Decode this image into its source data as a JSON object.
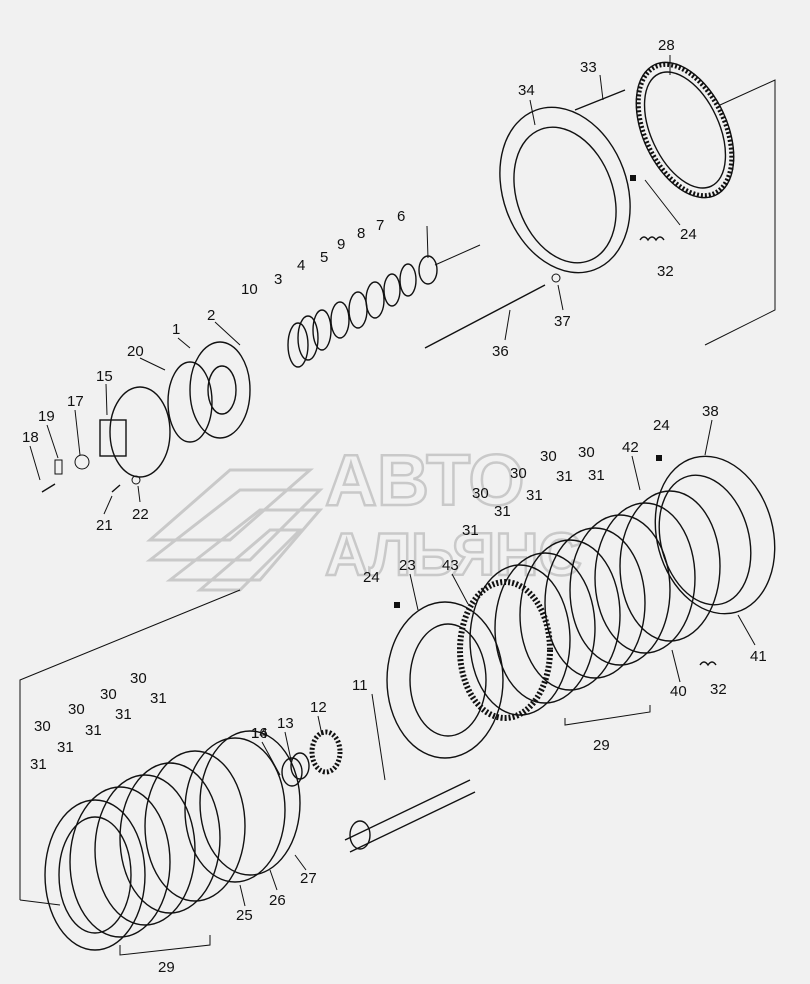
{
  "diagram": {
    "watermark": {
      "line1": "АВТО",
      "line2": "АЛЬЯНС",
      "logo_icon": "avtoalyans-chevron-logo"
    },
    "callouts": [
      {
        "id": "c1",
        "text": "1"
      },
      {
        "id": "c2",
        "text": "2"
      },
      {
        "id": "c3",
        "text": "3"
      },
      {
        "id": "c4",
        "text": "4"
      },
      {
        "id": "c5",
        "text": "5"
      },
      {
        "id": "c6",
        "text": "6"
      },
      {
        "id": "c7",
        "text": "7"
      },
      {
        "id": "c8",
        "text": "8"
      },
      {
        "id": "c9",
        "text": "9"
      },
      {
        "id": "c10",
        "text": "10"
      },
      {
        "id": "c11",
        "text": "11"
      },
      {
        "id": "c12",
        "text": "12"
      },
      {
        "id": "c13",
        "text": "13"
      },
      {
        "id": "c14",
        "text": "14"
      },
      {
        "id": "c15",
        "text": "15"
      },
      {
        "id": "c16",
        "text": "16"
      },
      {
        "id": "c17",
        "text": "17"
      },
      {
        "id": "c18",
        "text": "18"
      },
      {
        "id": "c19",
        "text": "19"
      },
      {
        "id": "c20",
        "text": "20"
      },
      {
        "id": "c21",
        "text": "21"
      },
      {
        "id": "c22",
        "text": "22"
      },
      {
        "id": "c23",
        "text": "23"
      },
      {
        "id": "c24a",
        "text": "24"
      },
      {
        "id": "c24b",
        "text": "24"
      },
      {
        "id": "c24c",
        "text": "24"
      },
      {
        "id": "c25",
        "text": "25"
      },
      {
        "id": "c26",
        "text": "26"
      },
      {
        "id": "c27",
        "text": "27"
      },
      {
        "id": "c28",
        "text": "28"
      },
      {
        "id": "c29a",
        "text": "29"
      },
      {
        "id": "c29b",
        "text": "29"
      },
      {
        "id": "c30a",
        "text": "30"
      },
      {
        "id": "c30b",
        "text": "30"
      },
      {
        "id": "c30c",
        "text": "30"
      },
      {
        "id": "c30d",
        "text": "30"
      },
      {
        "id": "c30e",
        "text": "30"
      },
      {
        "id": "c30f",
        "text": "30"
      },
      {
        "id": "c30g",
        "text": "30"
      },
      {
        "id": "c30h",
        "text": "30"
      },
      {
        "id": "c31a",
        "text": "31"
      },
      {
        "id": "c31b",
        "text": "31"
      },
      {
        "id": "c31c",
        "text": "31"
      },
      {
        "id": "c31d",
        "text": "31"
      },
      {
        "id": "c31e",
        "text": "31"
      },
      {
        "id": "c31f",
        "text": "31"
      },
      {
        "id": "c31g",
        "text": "31"
      },
      {
        "id": "c31h",
        "text": "31"
      },
      {
        "id": "c31i",
        "text": "31"
      },
      {
        "id": "c31j",
        "text": "31"
      },
      {
        "id": "c32a",
        "text": "32"
      },
      {
        "id": "c32b",
        "text": "32"
      },
      {
        "id": "c33",
        "text": "33"
      },
      {
        "id": "c34",
        "text": "34"
      },
      {
        "id": "c36",
        "text": "36"
      },
      {
        "id": "c37",
        "text": "37"
      },
      {
        "id": "c38",
        "text": "38"
      },
      {
        "id": "c40",
        "text": "40"
      },
      {
        "id": "c41",
        "text": "41"
      },
      {
        "id": "c42",
        "text": "42"
      },
      {
        "id": "c43",
        "text": "43"
      }
    ]
  }
}
